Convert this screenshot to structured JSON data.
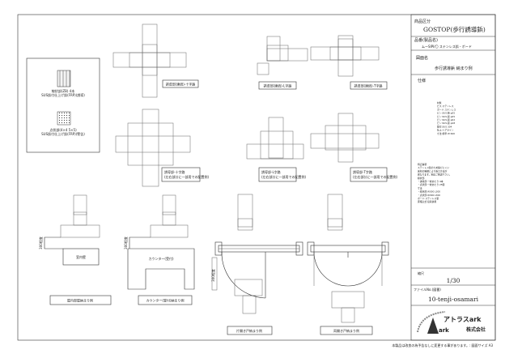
{
  "title_block": {
    "category_label": "商品区分",
    "category_value": "GOSTOP(歩行誘導鋲)",
    "product_label": "品番(製品名)",
    "product_value": "ムーSIPI/〇 ステンレス鋲・ボード",
    "drawing_name_label": "図面名",
    "drawing_name_value": "歩行誘導鋲 納まり例",
    "spec_label": "仕様",
    "spec_lines_1": [
      "材質",
      "ビス:ステンレス",
      "ボード:ステンレス",
      "ピン:SUS 鋲 φ35",
      "ピン:SUS 鋲 φ25",
      "ピン:SUS 鋲 φ22",
      "ピン:SUS 鋲 φ18",
      "取付:SUS 304",
      "仕上:ヘアライン",
      "寸法:標準 W 600"
    ],
    "spec_lines_2": [
      "特記事項",
      "ステンレス製のため錆びにくい",
      "床材の種類により施工方法が",
      "異なります。別途ご相談下さい。",
      "線状部",
      "・誘導部:一枚あたり 4本",
      "・点状部:一枚あたり 25個",
      "寸法",
      "・線状部:W300 L300",
      "・点状部:W300 L300",
      "ボード:ステンレス製",
      "床埋込式 接着併用"
    ],
    "scale_label": "縮尺",
    "scale_value": "1/30",
    "file_label": "ファイルNo.(図番)",
    "file_value": "10-tenji-osamari",
    "company_logo_text": "アトラスark",
    "company_suffix": "株式会社"
  },
  "legend": {
    "line_block_caption_1": "線状部(ZB) 4本",
    "line_block_caption_2": "SUS鋲付仕上げ鋲(FRP)(誘導)",
    "dot_block_caption_1": "点状部(4×4 5×5)",
    "dot_block_caption_2": "SUS鋲付仕上げ鋲(FRP)(警告)"
  },
  "drawings": {
    "cross_continuous": "誘導部(連続)-十字路",
    "l_continuous": "誘導部(連続)-L字路",
    "t_continuous": "誘導部(連続)-T字路",
    "cross_partial_1": "誘導部-十字路",
    "cross_partial_2": "(左右部分に一部用での配置例)",
    "l_partial_1": "誘導部-L字路",
    "l_partial_2": "(左右部分に一部用での配置例)",
    "t_partial_1": "誘導部-T字路",
    "t_partial_2": "(左右部分に一部用での配置例)",
    "indoor_room": "室内壁",
    "indoor_caption": "屋内部屋納まり例",
    "counter_name": "カウンター(受付)",
    "counter_caption": "カウンター(受付)納まり例",
    "single_door_caption": "片開き戸納まり例",
    "double_door_caption": "両開き戸納まり例",
    "dim_300": "300程度"
  },
  "footer": {
    "note": "本製品は改良の為予告なしに変更する事があります。: 図面サイズ A3"
  }
}
